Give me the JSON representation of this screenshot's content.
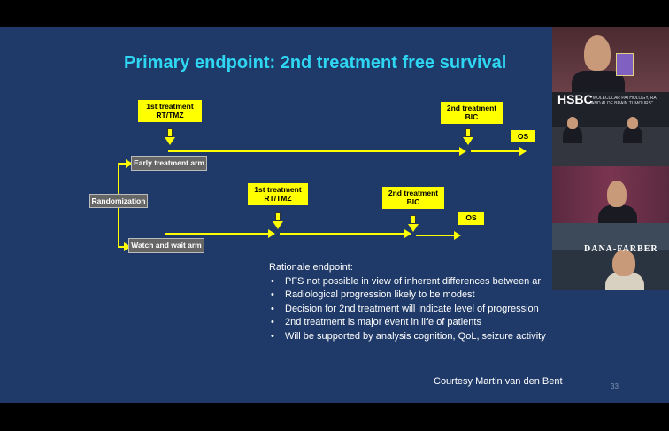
{
  "slide": {
    "title": "Primary endpoint: 2nd treatment free survival",
    "diagram": {
      "randomization": "Randomization",
      "early_arm": "Early treatment arm",
      "watch_arm": "Watch and wait arm",
      "early_first_treatment": [
        "1st treatment",
        "RT/TMZ"
      ],
      "early_second_treatment": [
        "2nd treatment",
        "BIC"
      ],
      "early_os": "OS",
      "watch_first_treatment": [
        "1st treatment",
        "RT/TMZ"
      ],
      "watch_second_treatment": [
        "2nd treatment",
        "BIC"
      ],
      "watch_os": "OS"
    },
    "rationale_heading": "Rationale endpoint:",
    "rationale_items": [
      "PFS not possible in view of inherent differences between ar",
      "Radiological progression likely to be modest",
      "Decision for 2nd treatment will indicate level of progression",
      "2nd treatment is major event in life of patients",
      "Will be supported by analysis cognition, QoL, seizure activity"
    ],
    "courtesy": "Courtesy Martin van den Bent",
    "page_number": "33"
  },
  "video_tiles": {
    "stage_brand": "HSBC",
    "stage_banner": "\"MOLECULAR PATHOLOGY, RA AND AI OF BRAIN TUMOURS\"",
    "institute": "DANA-FARBER"
  },
  "colors": {
    "slide_bg": "#1f3a68",
    "title": "#2fd6f2",
    "highlight": "#ffff00",
    "arm_box": "#666666"
  }
}
